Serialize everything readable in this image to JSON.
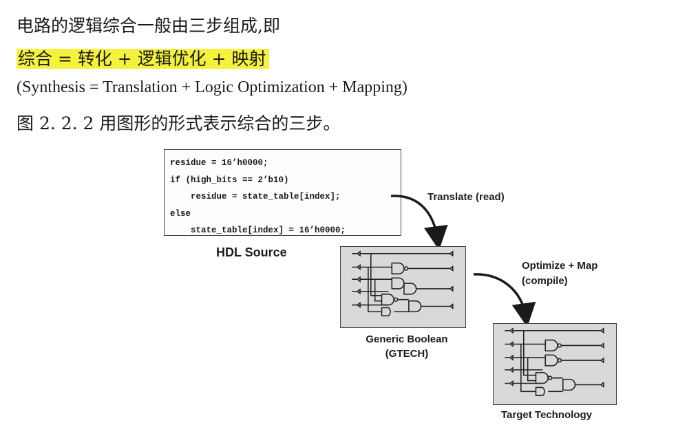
{
  "text": {
    "line1": "电路的逻辑综合一般由三步组成,即",
    "line2": "综合 = 转化 + 逻辑优化 + 映射",
    "line3": "(Synthesis = Translation + Logic Optimization + Mapping)",
    "line4": "图 2. 2. 2 用图形的形式表示综合的三步。"
  },
  "figure": {
    "code_lines": [
      "residue = 16’h0000;",
      "if (high_bits == 2’b10)",
      "residue = state_table[index];",
      "else",
      "state_table[index] = 16’h0000;"
    ],
    "hdl_label": "HDL Source",
    "translate_label": "Translate (read)",
    "optimize_label": "Optimize + Map",
    "compile_label": "(compile)",
    "generic_label_1": "Generic Boolean",
    "generic_label_2": "(GTECH)",
    "target_label": "Target Technology"
  },
  "colors": {
    "highlight": "#f6f23c",
    "panel": "#d9d9d9"
  }
}
